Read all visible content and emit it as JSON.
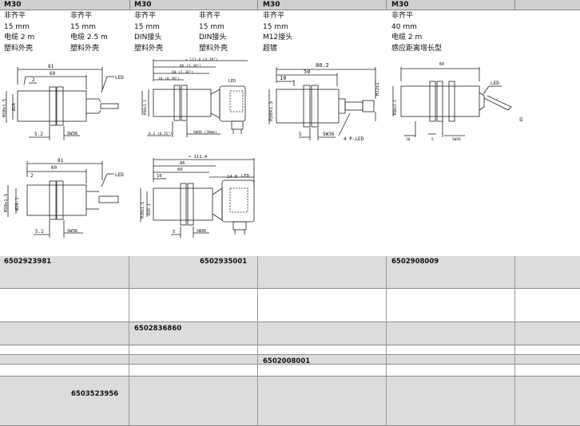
{
  "columns": [
    {
      "title": "M30",
      "specs_a": [
        "非齐平",
        "15 mm",
        "电缆 2 m",
        "塑料外壳"
      ],
      "specs_b": [
        "非齐平",
        "15 mm",
        "电缆 2.5 m",
        "塑料外壳"
      ]
    },
    {
      "title": "M30",
      "specs_a": [
        "非齐平",
        "15 mm",
        "DIN接头",
        "塑料外壳"
      ],
      "specs_b": [
        "非齐平",
        "15 mm",
        "DIN接头",
        "塑料外壳"
      ]
    },
    {
      "title": "M30",
      "specs_a": [
        "非齐平",
        "15 mm",
        "M12接头",
        "超镀"
      ]
    },
    {
      "title": "M30",
      "specs_a": [
        "非齐平",
        "40 mm",
        "电缆 2 m",
        "感应距离增长型"
      ]
    }
  ],
  "drawings": {
    "d1": {
      "len": "81",
      "body": "60",
      "nut": "2",
      "thread": "M30x1.5",
      "dia": "Ø28",
      "wrench": "SW36",
      "led": "LED",
      "gap": "5.2"
    },
    "d2": {
      "total": "≈ 111.4 (4.39\")",
      "l86": "86 (3.38\")",
      "l60": "60 (2.36\")",
      "l10": "10 (0.39\")",
      "thread": "M30x1.5",
      "wrench": "SW36 (36mm)",
      "dim": "6.3 (0.25\")",
      "led": "LED"
    },
    "d3": {
      "len": "80.2",
      "body": "50",
      "nut": "10",
      "thread": "M30x1.5",
      "m12": "M12x1",
      "wrench": "SW36",
      "plu": "4 P-LED",
      "gap": "5"
    },
    "d4": {
      "len": "60",
      "thread": "M30x1.5",
      "led": "LED",
      "dia": "Ø5",
      "gap1": "10",
      "gap2": "5",
      "wrench": "SW36"
    },
    "d5": {
      "len": "81",
      "body": "60",
      "nut": "2",
      "thread": "M30x1.5",
      "dia": "Ø28.1",
      "wrench": "SW36",
      "led": "LED",
      "gap": "5.2"
    },
    "d6": {
      "total": "≈ 111.4",
      "l86": "86",
      "l60": "60",
      "l10": "10",
      "l14": "14.8",
      "thread": "M30x1.5",
      "dia": "Ø28.1",
      "wrench": "SW36",
      "led": "LED",
      "gap": "5"
    }
  },
  "codes": {
    "r1c1": "6502923981",
    "r1c2": "6502935001",
    "r1c4": "6502908009",
    "r3c2": "6502836860",
    "r6c3": "6502008001",
    "r7c1": "6503523956"
  }
}
